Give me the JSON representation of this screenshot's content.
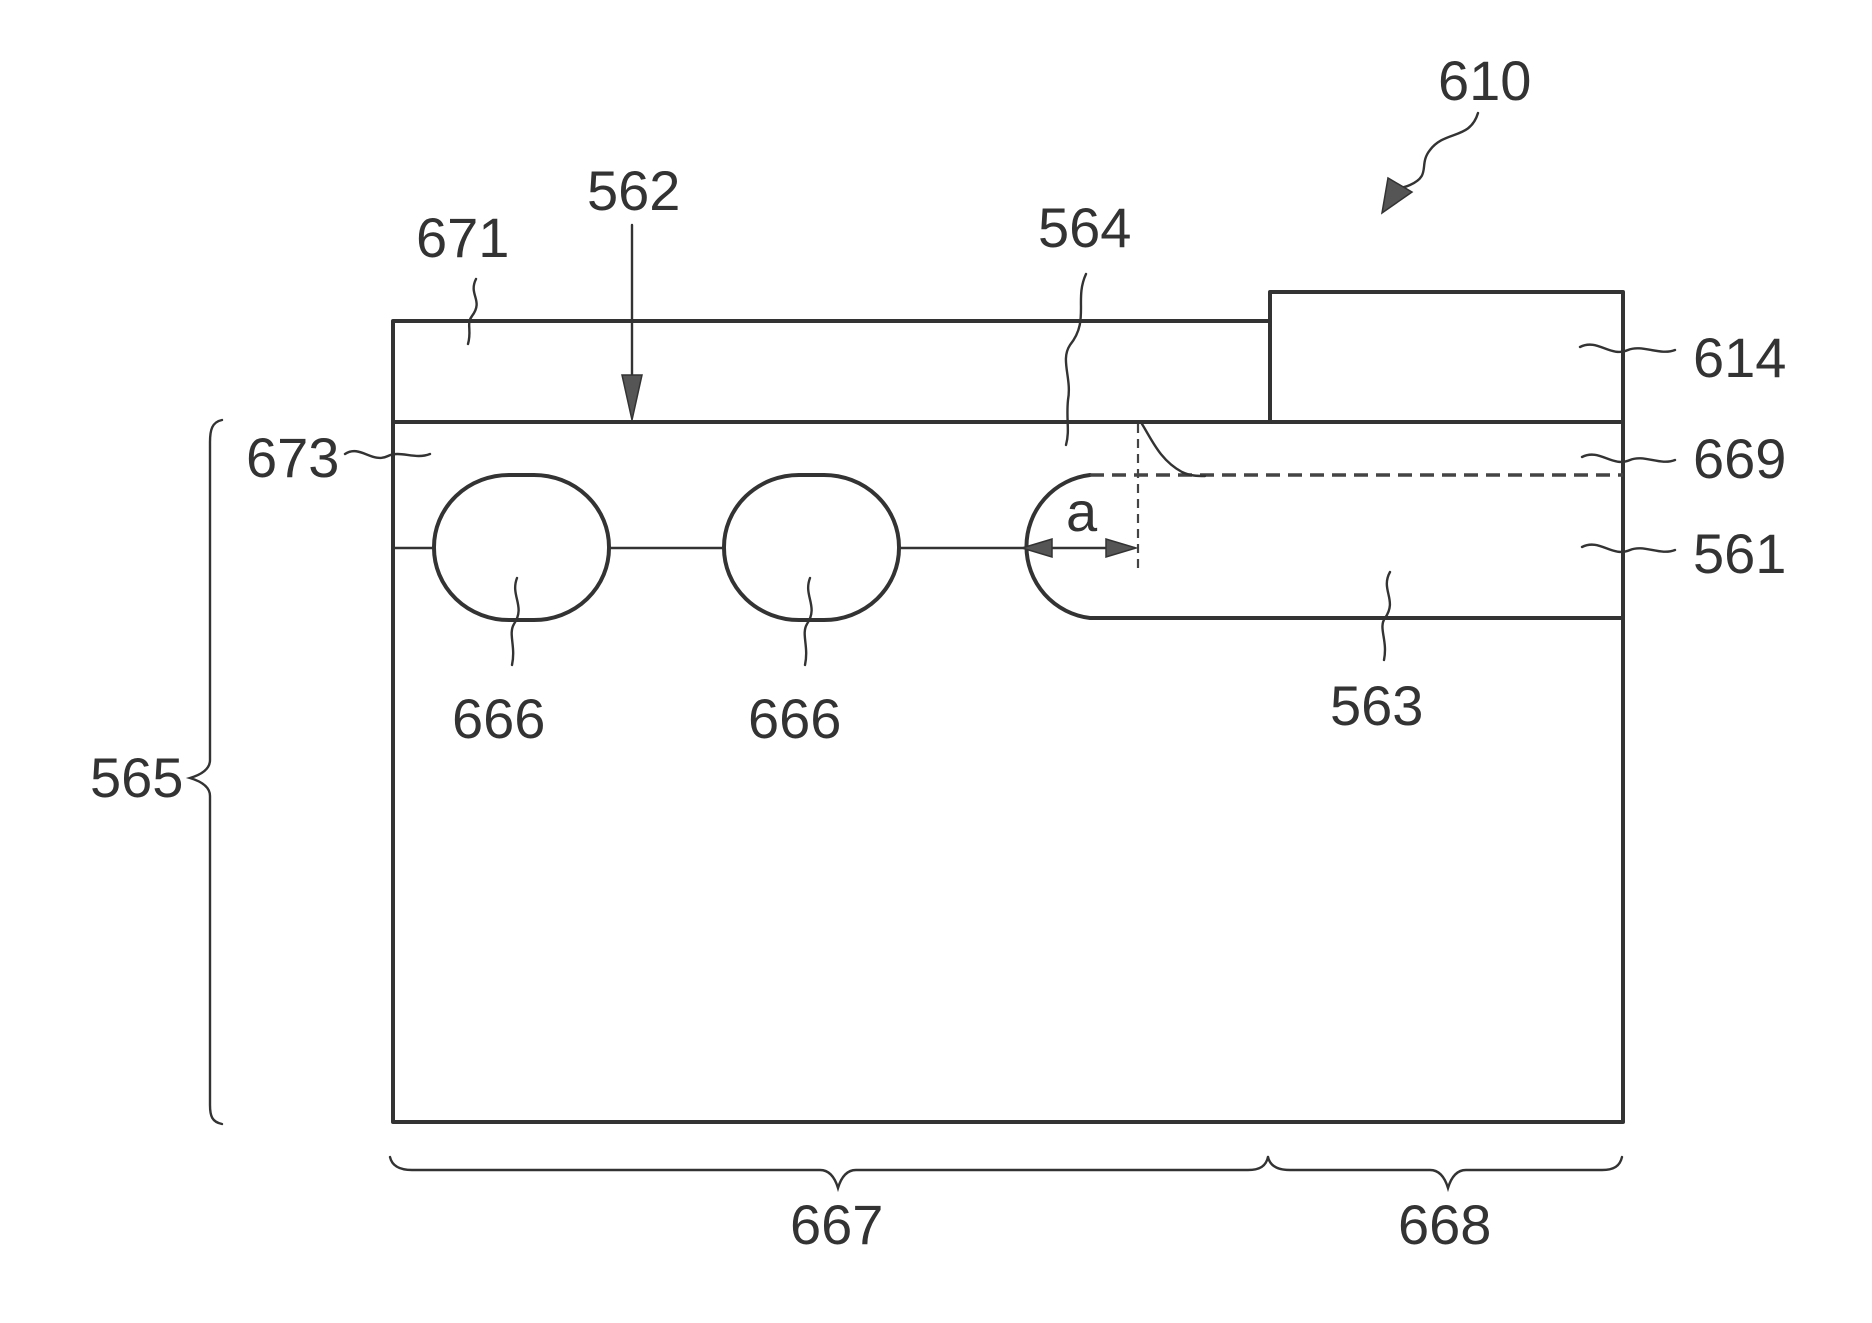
{
  "figure": {
    "ref_610": "610",
    "ref_562": "562",
    "ref_564": "564",
    "ref_671": "671",
    "ref_614": "614",
    "ref_673": "673",
    "ref_669": "669",
    "ref_561": "561",
    "ref_563": "563",
    "ref_666_left": "666",
    "ref_666_right": "666",
    "ref_565": "565",
    "ref_667": "667",
    "ref_668": "668",
    "distance_a": "a"
  }
}
